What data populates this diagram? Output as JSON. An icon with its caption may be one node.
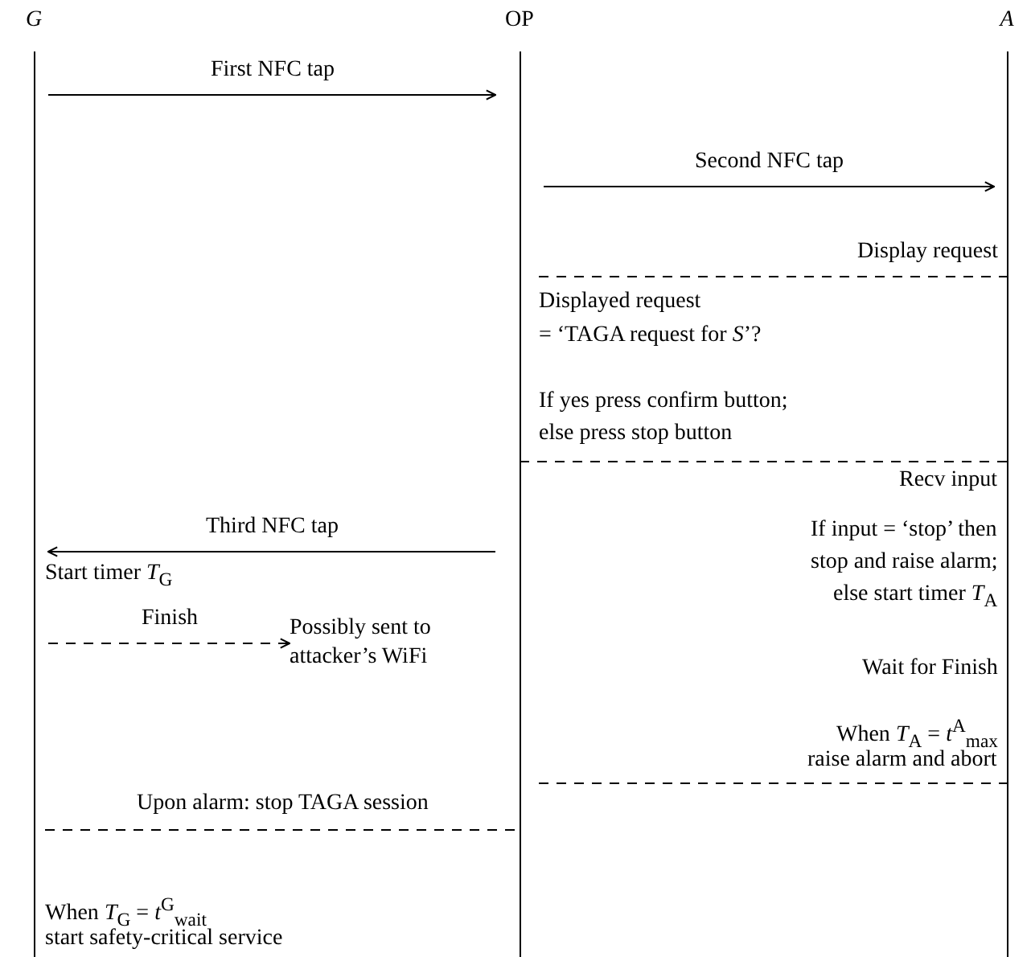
{
  "diagram": {
    "nodes": [
      {
        "text": [
          "*G*"
        ]
      },
      {
        "text": [
          "OP"
        ]
      },
      {
        "text": [
          "*A*"
        ]
      },
      {
        "text": [
          "Possibly sent to attacker’s WiFi"
        ]
      }
    ],
    "edges": [
      {
        "from": 0,
        "to": 1,
        "arrow": "to",
        "label": "First NFC tap"
      },
      {
        "from": 1,
        "to": 2,
        "arrow": "to",
        "label": "Second NFC tap"
      },
      {
        "from": 1,
        "to": 0,
        "arrow": "to",
        "label": "Third NFC tap"
      },
      {
        "from": 0,
        "to": 3,
        "arrow": "to",
        "label": "Finish",
        "style": "dashed"
      }
    ],
    "labels": [
      "Display request",
      "Displayed request",
      "= ‘TAGA request for *S*’?",
      "If yes press confirm button;",
      "else press stop button",
      "Recv input",
      "If input = ‘stop’ then",
      "stop and raise alarm;",
      "else start timer *T*$_{A}$",
      "Start timer *T*$_{G}$",
      "Wait for Finish",
      "When *T*$_{A}$ = *t*$^{A}$$_{max}$",
      "raise alarm and abort",
      "Upon alarm: stop TAGA session",
      "When *T*$_{G}$ = *t*$^{G}$$_{wait}$",
      "start safety-critical service"
    ]
  }
}
